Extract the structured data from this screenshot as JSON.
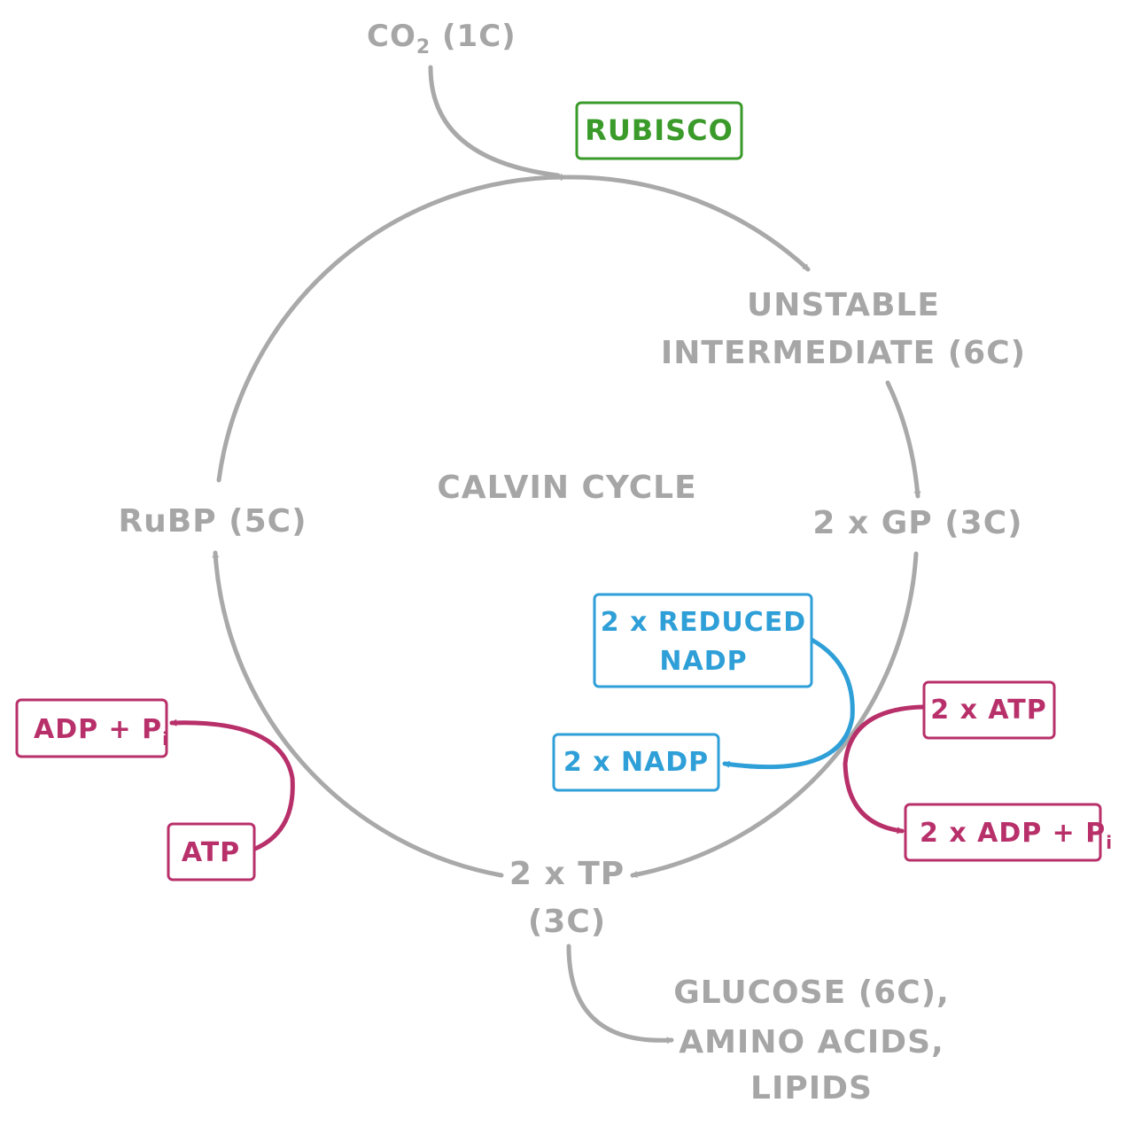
{
  "title": "CALVIN CYCLE",
  "inputs": {
    "co2_main": "CO",
    "co2_sub": "2",
    "co2_suffix": " (1C)"
  },
  "enzyme": {
    "label": "RUBISCO"
  },
  "stages": {
    "unstable_line1": "UNSTABLE",
    "unstable_line2": "INTERMEDIATE (6C)",
    "gp": "2 x GP (3C)",
    "tp_line1": "2 x TP",
    "tp_line2": "(3C)",
    "rubp": "RuBP (5C)"
  },
  "products": {
    "line1": "GLUCOSE (6C),",
    "line2": "AMINO ACIDS,",
    "line3": "LIPIDS"
  },
  "reduction": {
    "nadph_line1": "2 x REDUCED",
    "nadph_line2": "NADP",
    "nadp": "2 x NADP",
    "atp": "2 x ATP",
    "adp_main": "2 x ADP + P",
    "adp_sub": "i"
  },
  "regeneration": {
    "atp": "ATP",
    "adp_main": "ADP + P",
    "adp_sub": "i"
  },
  "colors": {
    "cycle": "#a6a6a6",
    "enzyme": "#3a9a2a",
    "nadp": "#2f9fd8",
    "atp": "#b8306a"
  }
}
